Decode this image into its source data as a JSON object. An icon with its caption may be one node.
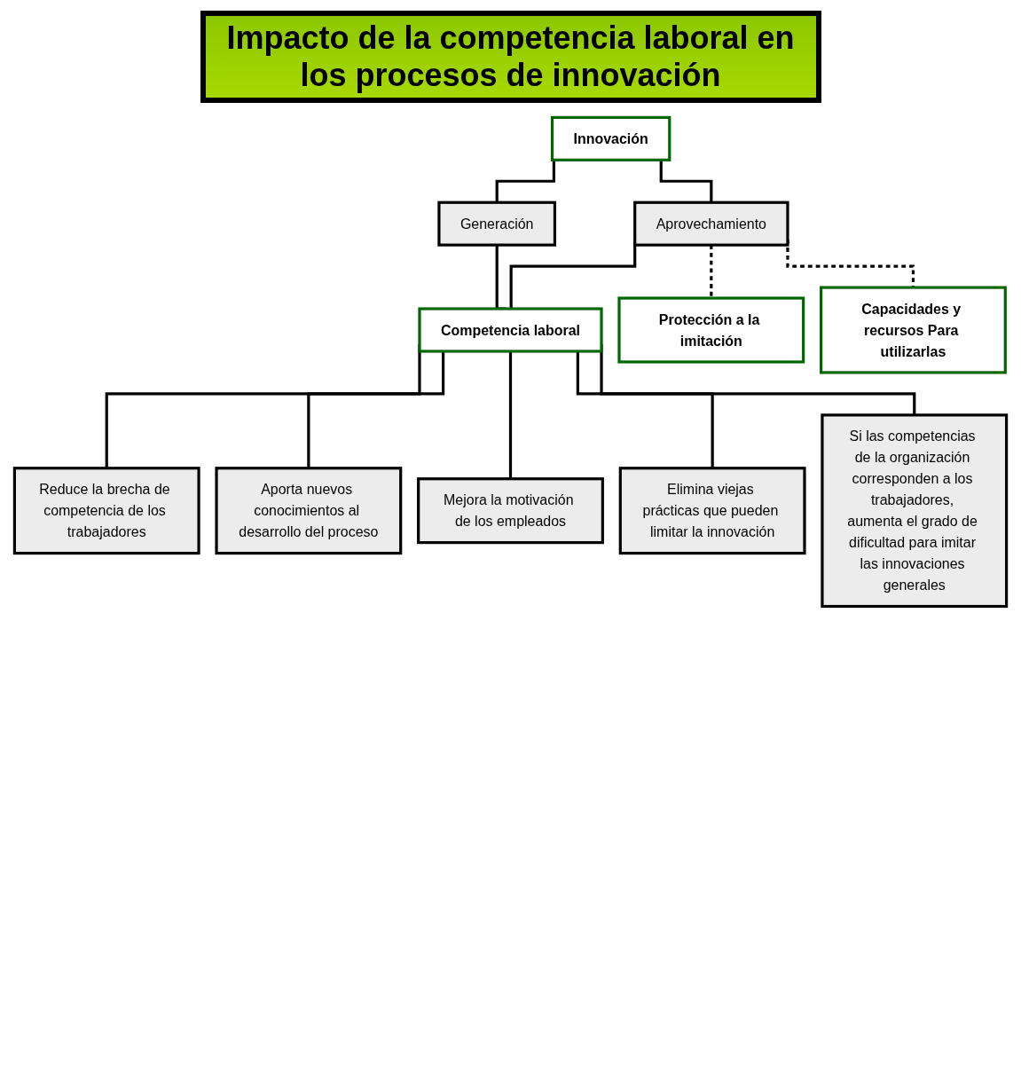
{
  "diagram": {
    "title": "Impacto de la competencia laboral en los procesos de innovación",
    "nodes": [
      {
        "text": [
          "Innovación"
        ]
      },
      {
        "text": [
          "Generación"
        ]
      },
      {
        "text": [
          "Aprovechamiento"
        ]
      },
      {
        "text": [
          "Competencia laboral"
        ]
      },
      {
        "text": [
          "Protección a la imitación"
        ]
      },
      {
        "text": [
          "Capacidades y recursos Para utilizarlas"
        ]
      },
      {
        "text": [
          "Reduce la brecha de competencia de los trabajadores"
        ]
      },
      {
        "text": [
          "Aporta nuevos conocimientos al desarrollo del proceso"
        ]
      },
      {
        "text": [
          "Mejora la motivación de los empleados"
        ]
      },
      {
        "text": [
          "Elimina viejas prácticas que pueden limitar la innovación"
        ]
      },
      {
        "text": [
          "Si las competencias de la organización corresponden a los trabajadores, aumenta el grado de dificultad para imitar las innovaciones generales"
        ]
      }
    ],
    "edges": [
      {
        "from": 0,
        "to": 1,
        "arrow": "none"
      },
      {
        "from": 0,
        "to": 2,
        "arrow": "none"
      },
      {
        "from": 1,
        "to": 3,
        "arrow": "none"
      },
      {
        "from": 2,
        "to": 3,
        "arrow": "none"
      },
      {
        "from": 2,
        "to": 4,
        "arrow": "none",
        "style": "dashed"
      },
      {
        "from": 2,
        "to": 5,
        "arrow": "none",
        "style": "dashed"
      },
      {
        "from": 3,
        "to": 6,
        "arrow": "none"
      },
      {
        "from": 3,
        "to": 7,
        "arrow": "none"
      },
      {
        "from": 3,
        "to": 8,
        "arrow": "none"
      },
      {
        "from": 3,
        "to": 9,
        "arrow": "none"
      },
      {
        "from": 3,
        "to": 10,
        "arrow": "none"
      }
    ]
  }
}
